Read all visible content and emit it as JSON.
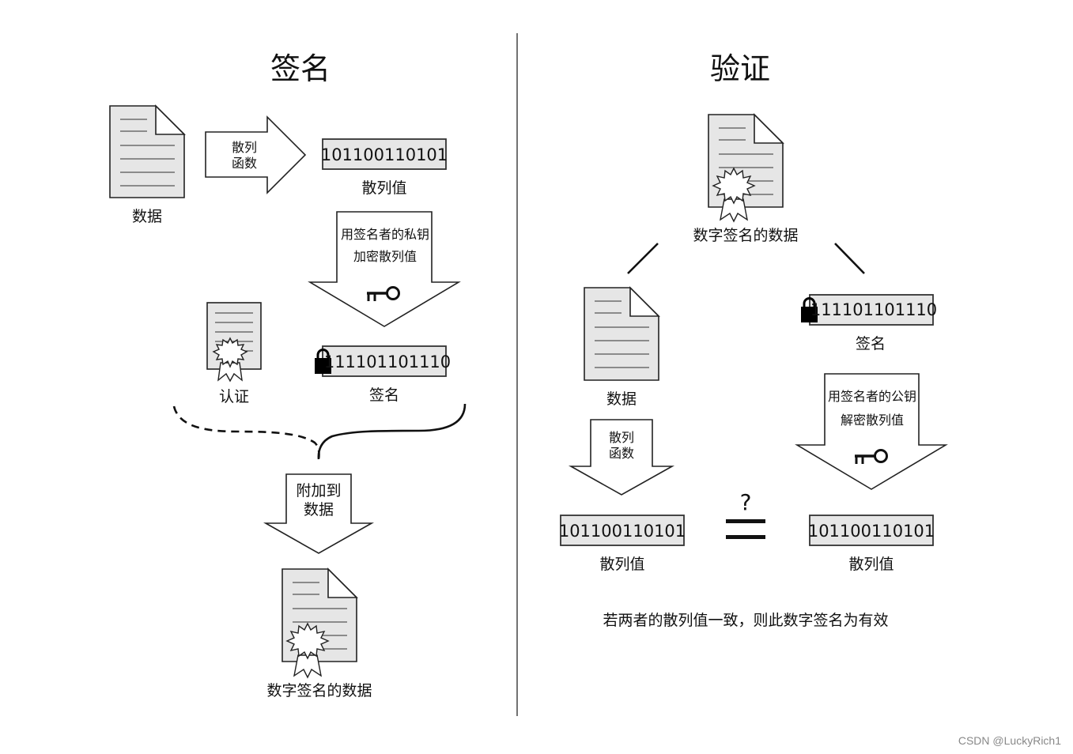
{
  "sign": {
    "title": "签名",
    "data_label": "数据",
    "hash_func_line1": "散列",
    "hash_func_line2": "函数",
    "hash_binary": "101100110101",
    "hash_label": "散列值",
    "encrypt_line1": "用签名者的私钥",
    "encrypt_line2": "加密散列值",
    "cert_label": "认证",
    "signature_binary": "111101101110",
    "signature_label": "签名",
    "attach_line1": "附加到",
    "attach_line2": "数据",
    "signed_data_label": "数字签名的数据"
  },
  "verify": {
    "title": "验证",
    "signed_data_label": "数字签名的数据",
    "data_label": "数据",
    "signature_binary": "111101101110",
    "signature_label": "签名",
    "hash_func_line1": "散列",
    "hash_func_line2": "函数",
    "decrypt_line1": "用签名者的公钥",
    "decrypt_line2": "解密散列值",
    "question": "?",
    "hash_binary_left": "101100110101",
    "hash_label_left": "散列值",
    "hash_binary_right": "101100110101",
    "hash_label_right": "散列值",
    "conclusion": "若两者的散列值一致，则此数字签名为有效"
  },
  "watermark": "CSDN @LuckyRich1"
}
